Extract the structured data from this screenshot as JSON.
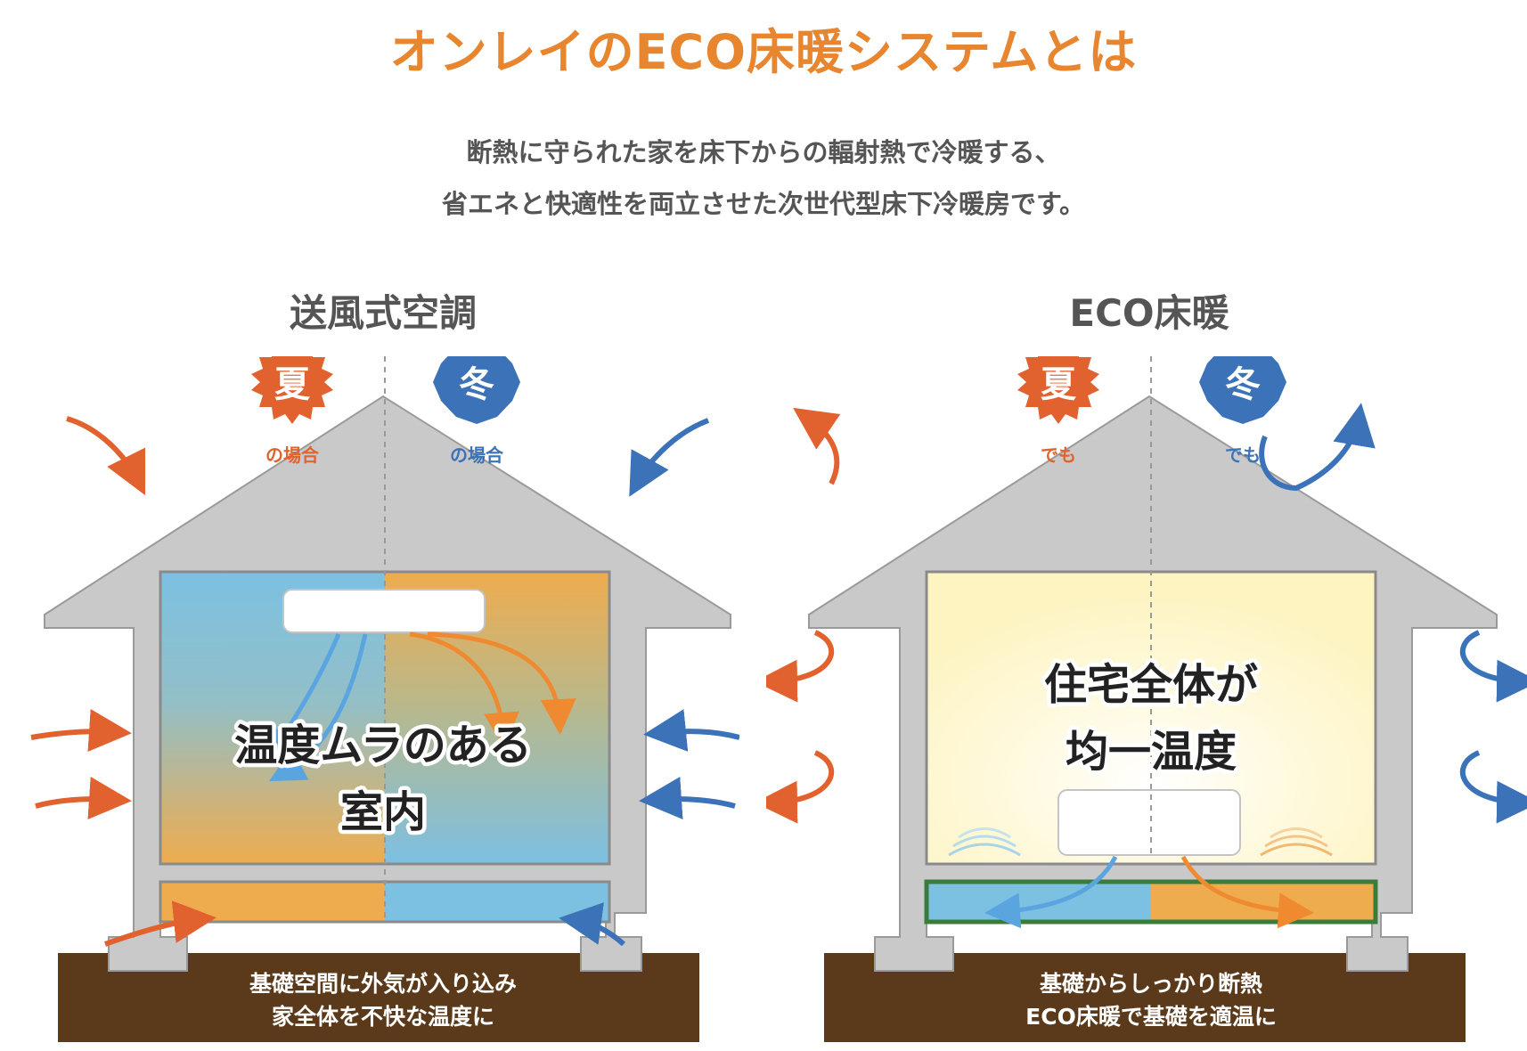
{
  "title": "オンレイのECO床暖システムとは",
  "intro": {
    "line1": "断熱に守られた家を床下からの輻射熱で冷暖する、",
    "line2": "省エネと快適性を両立させた次世代型床下冷暖房です。"
  },
  "left": {
    "heading": "送風式空調",
    "summer_badge": "夏",
    "summer_caption": "の場合",
    "winter_badge": "冬",
    "winter_caption": "の場合",
    "room_line1": "温度ムラのある",
    "room_line2": "室内",
    "ground_line1": "基礎空間に外気が入り込み",
    "ground_line2": "家全体を不快な温度に"
  },
  "right": {
    "heading": "ECO床暖",
    "summer_badge": "夏",
    "summer_caption": "でも",
    "winter_badge": "冬",
    "winter_caption": "でも",
    "room_line1": "住宅全体が",
    "room_line2": "均一温度",
    "ground_line1": "基礎からしっかり断熱",
    "ground_line2": "ECO床暖で基礎を適温に"
  },
  "colors": {
    "title": "#e8852f",
    "text": "#555555",
    "summer": "#e2622f",
    "winter": "#3b72b8",
    "wall": "#c9c9c9",
    "ground": "#5b3a1b",
    "warm_fill": "#eeac4e",
    "cool_fill": "#7cc0e2",
    "insulation": "#3a7d3a"
  }
}
